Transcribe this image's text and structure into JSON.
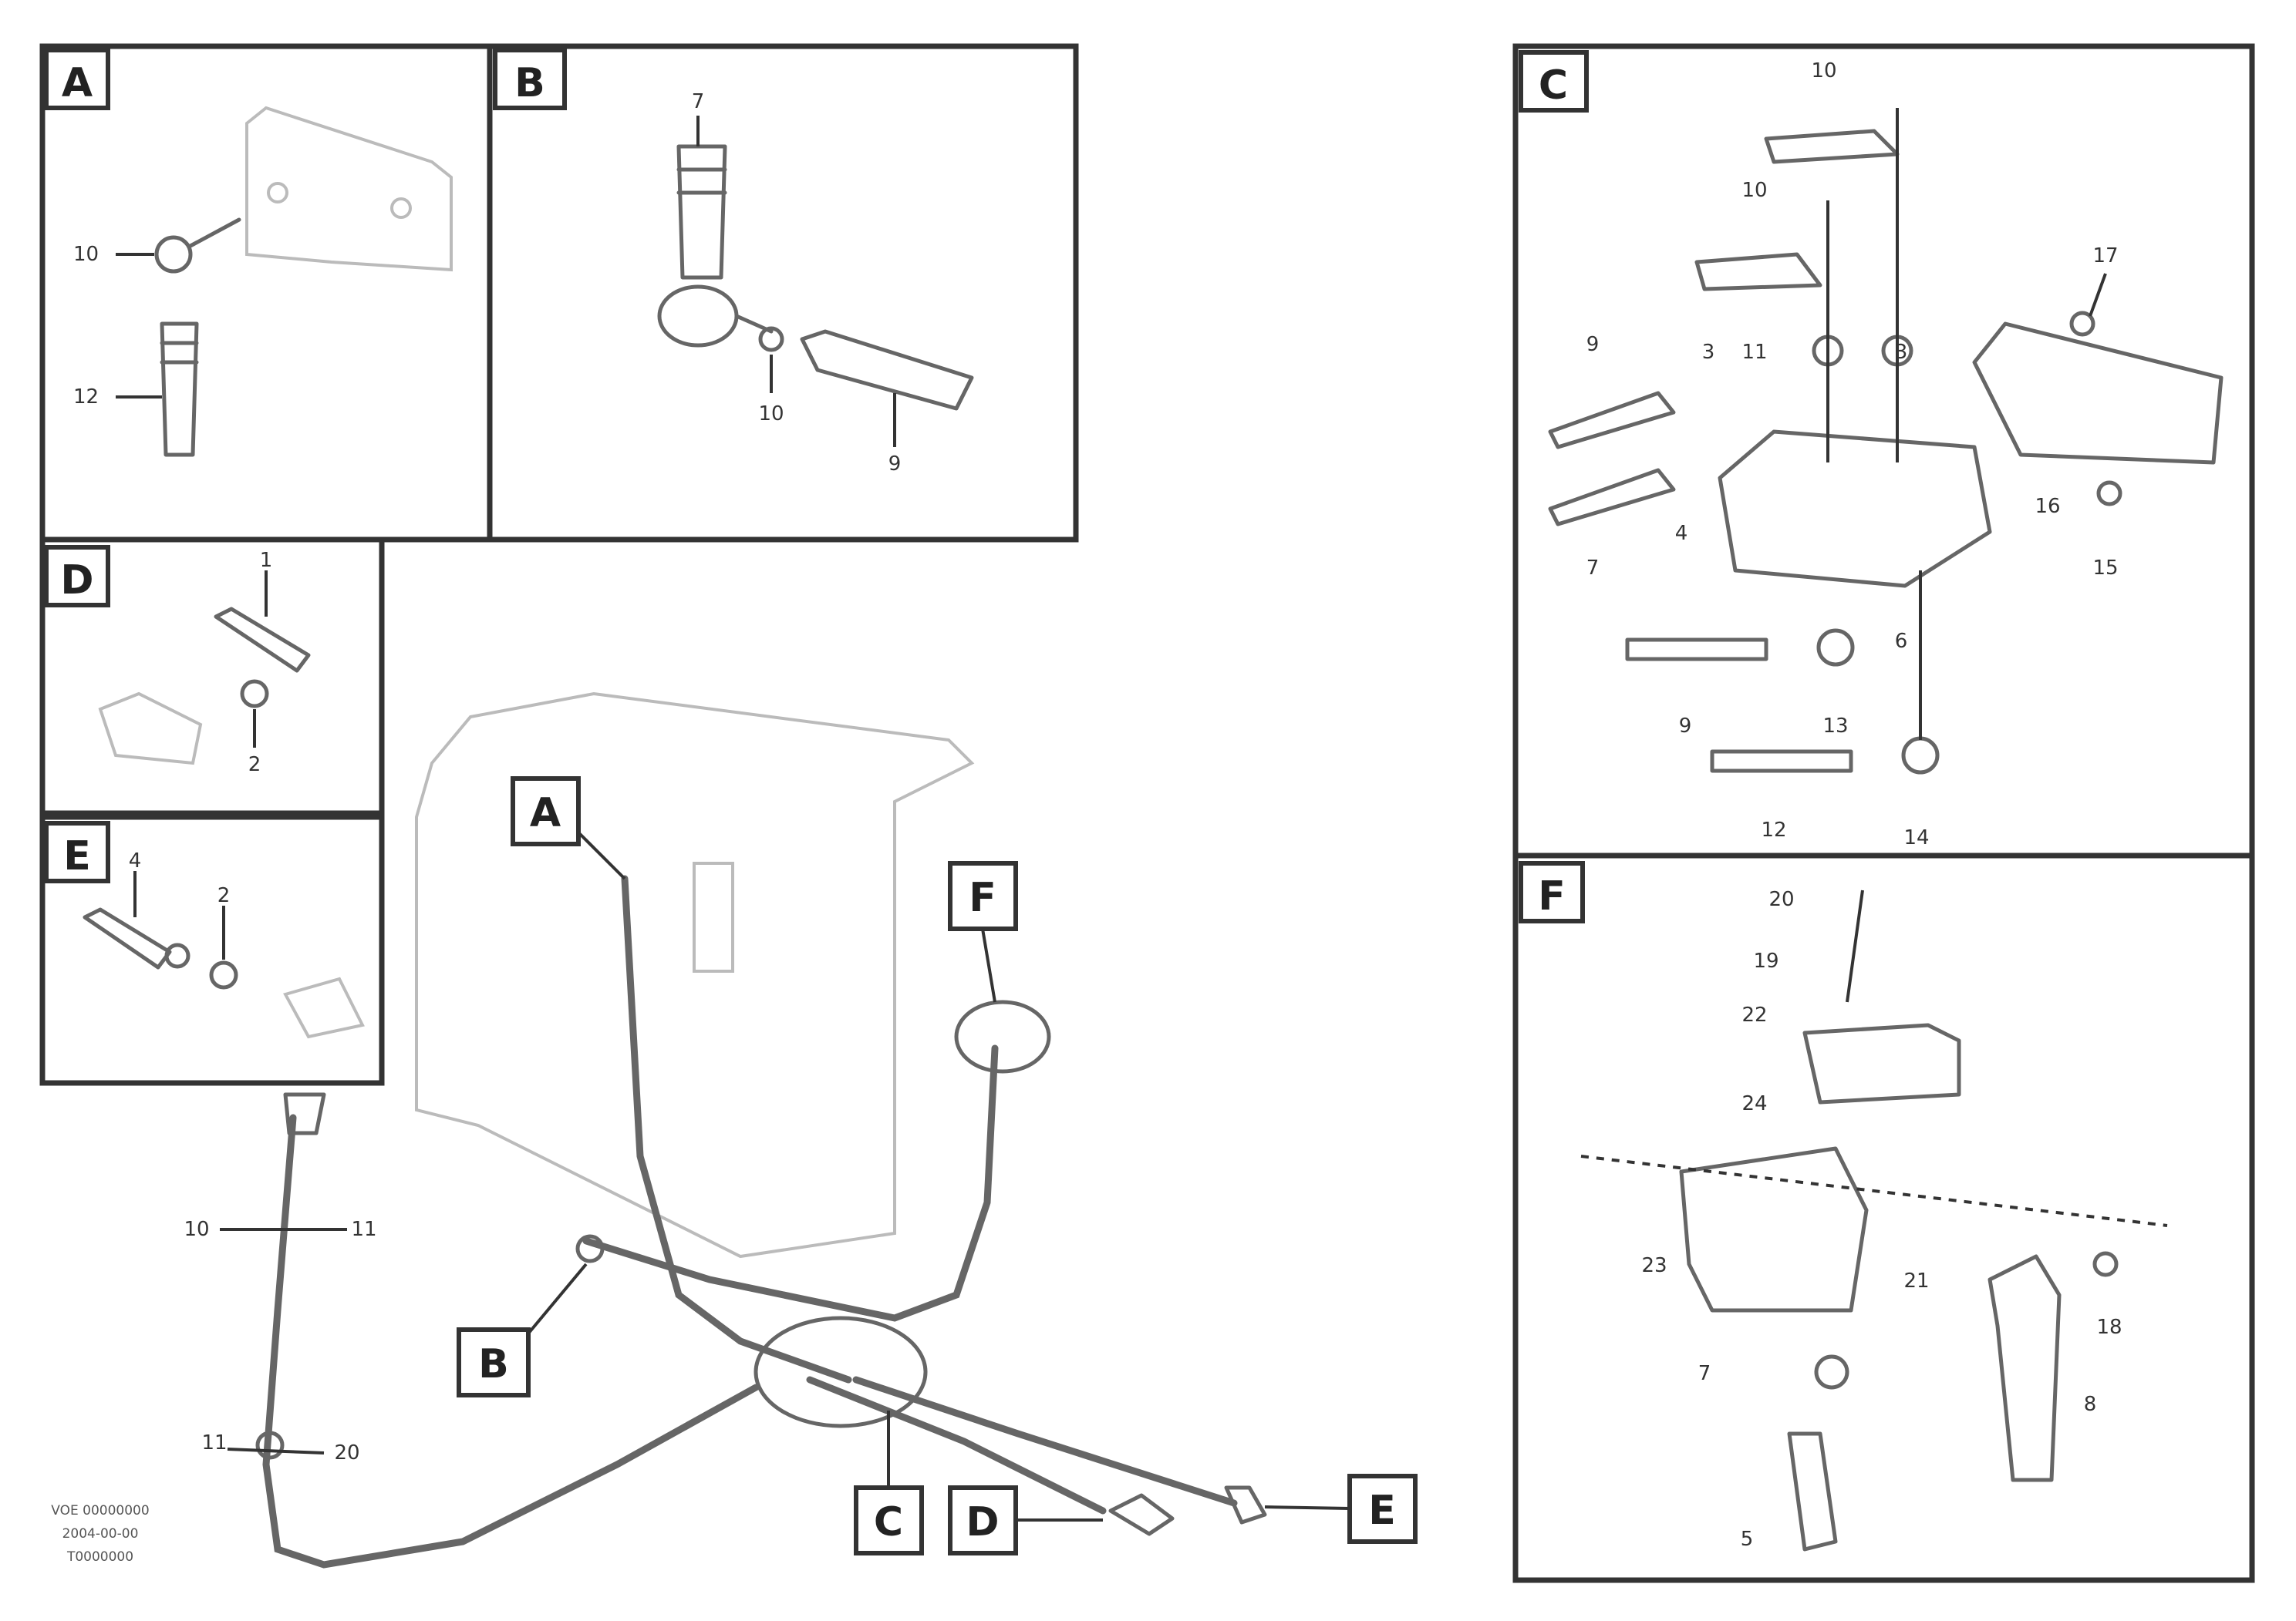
{
  "panels": {
    "A": {
      "tag": "A",
      "callouts": [
        "10",
        "12"
      ]
    },
    "B": {
      "tag": "B",
      "callouts": [
        "7",
        "10",
        "9"
      ]
    },
    "C": {
      "tag": "C",
      "callouts": [
        "10",
        "10",
        "17",
        "9",
        "3",
        "11",
        "3",
        "7",
        "4",
        "16",
        "15",
        "6",
        "13",
        "9",
        "12",
        "14"
      ]
    },
    "D": {
      "tag": "D",
      "callouts": [
        "1",
        "2"
      ]
    },
    "E": {
      "tag": "E",
      "callouts": [
        "4",
        "2"
      ]
    },
    "F": {
      "tag": "F",
      "callouts": [
        "20",
        "19",
        "22",
        "24",
        "21",
        "23",
        "7",
        "8",
        "18",
        "5"
      ]
    }
  },
  "overview": {
    "tags": [
      "A",
      "B",
      "C",
      "D",
      "E",
      "F"
    ],
    "callouts": [
      "10",
      "11",
      "11",
      "20"
    ]
  },
  "reference": {
    "line1": "VOE 00000000",
    "line2": "2004-00-00",
    "line3": "T0000000"
  }
}
